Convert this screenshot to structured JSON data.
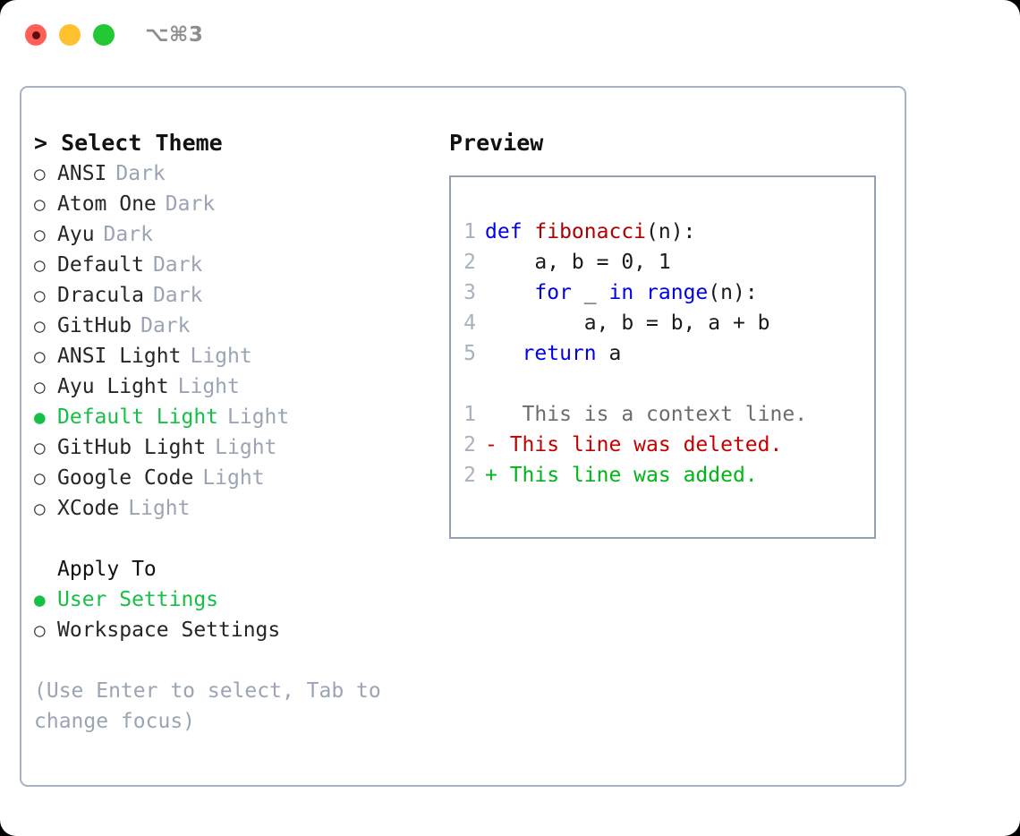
{
  "titlebar": {
    "traffic_lights": [
      {
        "name": "close-button",
        "color": "#ff5f57"
      },
      {
        "name": "minimize-button",
        "color": "#ffc130"
      },
      {
        "name": "zoom-button",
        "color": "#23c834"
      }
    ],
    "shortcut": "⌥⌘3"
  },
  "left": {
    "header": "> Select Theme",
    "themes": [
      {
        "bullet": "○",
        "name": "ANSI",
        "tag": "Dark",
        "selected": false
      },
      {
        "bullet": "○",
        "name": "Atom One",
        "tag": "Dark",
        "selected": false
      },
      {
        "bullet": "○",
        "name": "Ayu",
        "tag": "Dark",
        "selected": false
      },
      {
        "bullet": "○",
        "name": "Default",
        "tag": "Dark",
        "selected": false
      },
      {
        "bullet": "○",
        "name": "Dracula",
        "tag": "Dark",
        "selected": false
      },
      {
        "bullet": "○",
        "name": "GitHub",
        "tag": "Dark",
        "selected": false
      },
      {
        "bullet": "○",
        "name": "ANSI Light",
        "tag": "Light",
        "selected": false
      },
      {
        "bullet": "○",
        "name": "Ayu Light",
        "tag": "Light",
        "selected": false
      },
      {
        "bullet": "●",
        "name": "Default Light",
        "tag": "Light",
        "selected": true
      },
      {
        "bullet": "○",
        "name": "GitHub Light",
        "tag": "Light",
        "selected": false
      },
      {
        "bullet": "○",
        "name": "Google Code",
        "tag": "Light",
        "selected": false
      },
      {
        "bullet": "○",
        "name": "XCode",
        "tag": "Light",
        "selected": false
      }
    ],
    "apply_to_header": "Apply To",
    "apply_to_options": [
      {
        "bullet": "●",
        "name": "User Settings",
        "selected": true
      },
      {
        "bullet": "○",
        "name": "Workspace Settings",
        "selected": false
      }
    ],
    "hint": "(Use Enter to select, Tab to change focus)"
  },
  "right": {
    "header": "Preview",
    "code_lines": [
      {
        "no": "1",
        "tokens": [
          {
            "t": "def ",
            "k": "kw"
          },
          {
            "t": "fibonacci",
            "k": "fn"
          },
          {
            "t": "(n):",
            "k": "plain"
          }
        ]
      },
      {
        "no": "2",
        "tokens": [
          {
            "t": "    a, b = 0, 1",
            "k": "plain"
          }
        ]
      },
      {
        "no": "3",
        "tokens": [
          {
            "t": "    ",
            "k": "plain"
          },
          {
            "t": "for",
            "k": "kw"
          },
          {
            "t": " _ ",
            "k": "plain"
          },
          {
            "t": "in",
            "k": "kw"
          },
          {
            "t": " ",
            "k": "plain"
          },
          {
            "t": "range",
            "k": "kw"
          },
          {
            "t": "(n):",
            "k": "plain"
          }
        ]
      },
      {
        "no": "4",
        "tokens": [
          {
            "t": "        a, b = b, a + b",
            "k": "plain"
          }
        ]
      },
      {
        "no": "5",
        "tokens": [
          {
            "t": "   ",
            "k": "plain"
          },
          {
            "t": "return",
            "k": "kw"
          },
          {
            "t": " a",
            "k": "plain"
          }
        ]
      }
    ],
    "diff_lines": [
      {
        "no": "1",
        "marker": " ",
        "text": "  This is a context line.",
        "kind": "ctx"
      },
      {
        "no": "2",
        "marker": "-",
        "text": " This line was deleted.",
        "kind": "del"
      },
      {
        "no": "2",
        "marker": "+",
        "text": " This line was added.",
        "kind": "add"
      }
    ]
  },
  "colors": {
    "accent_green": "#16bf45",
    "muted": "#9aa4b4",
    "border": "#a8b2c2",
    "preview_border": "#94a0b2",
    "keyword": "#0000ee",
    "function": "#b00000",
    "diff_add": "#00b517",
    "diff_del": "#c40000",
    "diff_ctx": "#6c6c6c"
  }
}
